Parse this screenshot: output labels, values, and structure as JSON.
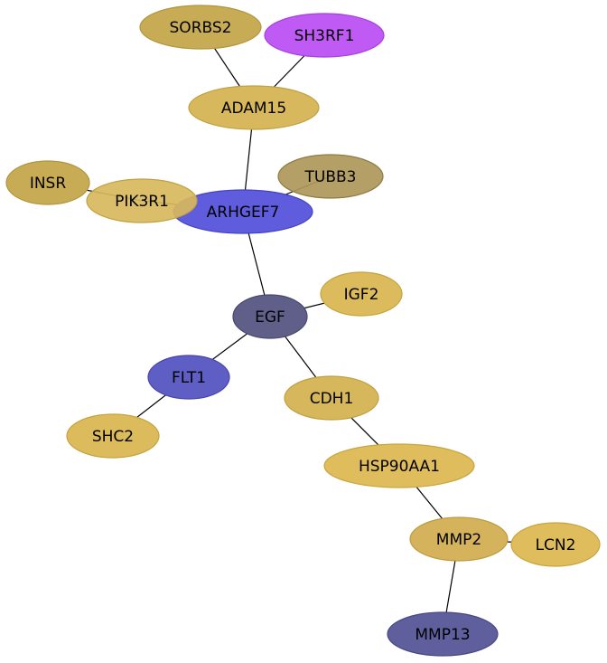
{
  "nodes": [
    {
      "id": "SORBS2",
      "label": "SORBS2",
      "fill": "#c8ac55",
      "stroke": "#b0963e"
    },
    {
      "id": "SH3RF1",
      "label": "SH3RF1",
      "fill": "#c05af5",
      "stroke": "#a63fe0"
    },
    {
      "id": "ADAM15",
      "label": "ADAM15",
      "fill": "#d8b85c",
      "stroke": "#c2a140"
    },
    {
      "id": "INSR",
      "label": "INSR",
      "fill": "#c8ac55",
      "stroke": "#b0963e"
    },
    {
      "id": "PIK3R1",
      "label": "PIK3R1",
      "fill": "#d8b85c",
      "stroke": "#c2a140"
    },
    {
      "id": "TUBB3",
      "label": "TUBB3",
      "fill": "#ae975a",
      "stroke": "#8f7b44"
    },
    {
      "id": "ARHGEF7",
      "label": "ARHGEF7",
      "fill": "#5f5ddd",
      "stroke": "#4442c4"
    },
    {
      "id": "EGF",
      "label": "EGF",
      "fill": "#5f5f89",
      "stroke": "#48486f"
    },
    {
      "id": "IGF2",
      "label": "IGF2",
      "fill": "#dcbb5c",
      "stroke": "#c6a33e"
    },
    {
      "id": "FLT1",
      "label": "FLT1",
      "fill": "#5f5ec4",
      "stroke": "#4645ab"
    },
    {
      "id": "CDH1",
      "label": "CDH1",
      "fill": "#d7b75c",
      "stroke": "#c0a040"
    },
    {
      "id": "SHC2",
      "label": "SHC2",
      "fill": "#dcbb5c",
      "stroke": "#c6a33e"
    },
    {
      "id": "HSP90AA1",
      "label": "HSP90AA1",
      "fill": "#dfbd5d",
      "stroke": "#c9a53e"
    },
    {
      "id": "MMP2",
      "label": "MMP2",
      "fill": "#d4b35c",
      "stroke": "#bd9c40"
    },
    {
      "id": "LCN2",
      "label": "LCN2",
      "fill": "#dfbd5d",
      "stroke": "#c9a53e"
    },
    {
      "id": "MMP13",
      "label": "MMP13",
      "fill": "#5f5f9e",
      "stroke": "#474784"
    }
  ],
  "edges": [
    {
      "from": "SORBS2",
      "to": "ADAM15"
    },
    {
      "from": "SH3RF1",
      "to": "ADAM15"
    },
    {
      "from": "ADAM15",
      "to": "ARHGEF7"
    },
    {
      "from": "INSR",
      "to": "PIK3R1"
    },
    {
      "from": "PIK3R1",
      "to": "ARHGEF7"
    },
    {
      "from": "TUBB3",
      "to": "ARHGEF7"
    },
    {
      "from": "ARHGEF7",
      "to": "EGF"
    },
    {
      "from": "EGF",
      "to": "IGF2"
    },
    {
      "from": "EGF",
      "to": "FLT1"
    },
    {
      "from": "EGF",
      "to": "CDH1"
    },
    {
      "from": "FLT1",
      "to": "SHC2"
    },
    {
      "from": "CDH1",
      "to": "HSP90AA1"
    },
    {
      "from": "HSP90AA1",
      "to": "MMP2"
    },
    {
      "from": "MMP2",
      "to": "LCN2"
    },
    {
      "from": "MMP2",
      "to": "MMP13"
    }
  ]
}
